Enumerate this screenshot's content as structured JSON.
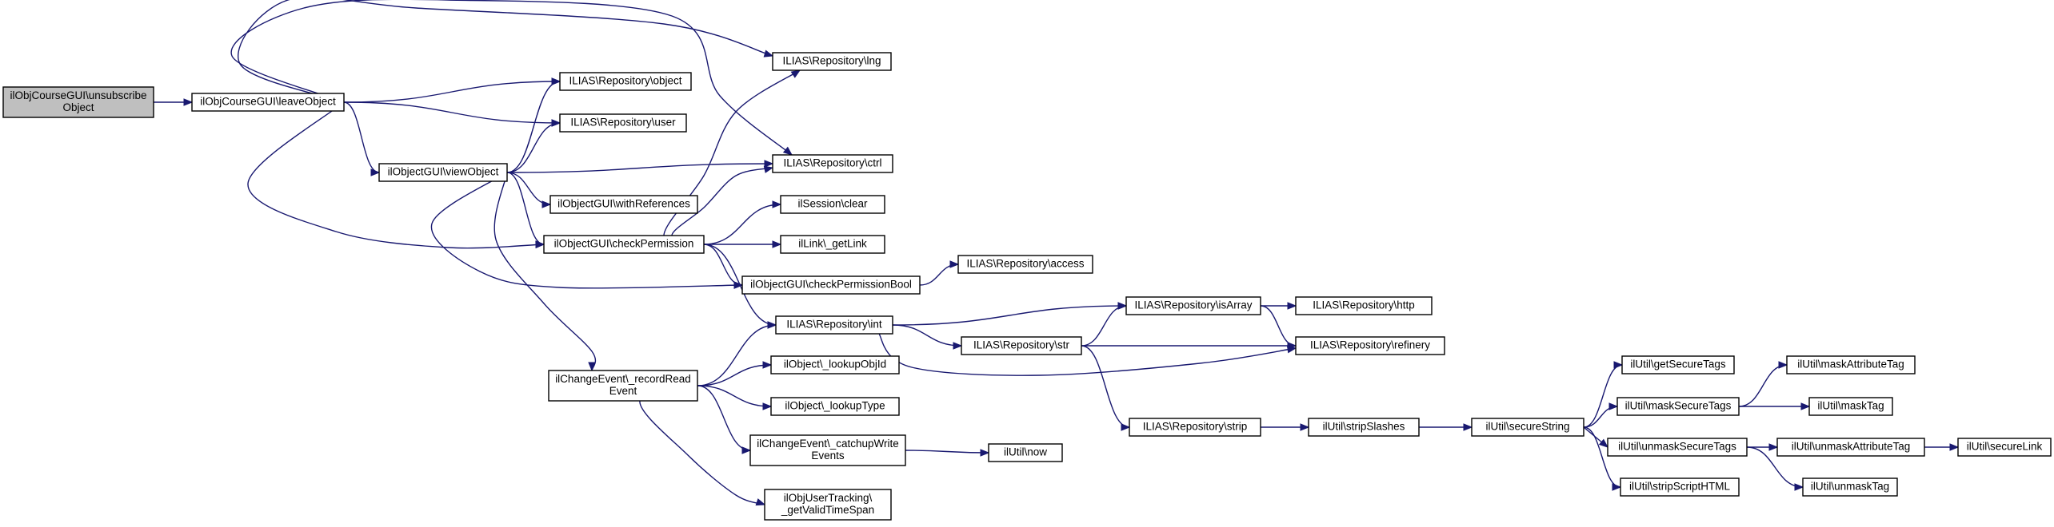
{
  "graph": {
    "nodes": [
      {
        "id": "unsub",
        "label": "ilObjCourseGUI\\unsubscribe\nObject",
        "root": true
      },
      {
        "id": "leave",
        "label": "ilObjCourseGUI\\leaveObject"
      },
      {
        "id": "lng",
        "label": "ILIAS\\Repository\\lng"
      },
      {
        "id": "object",
        "label": "ILIAS\\Repository\\object"
      },
      {
        "id": "user",
        "label": "ILIAS\\Repository\\user"
      },
      {
        "id": "view",
        "label": "ilObjectGUI\\viewObject"
      },
      {
        "id": "ctrl",
        "label": "ILIAS\\Repository\\ctrl"
      },
      {
        "id": "withref",
        "label": "ilObjectGUI\\withReferences"
      },
      {
        "id": "sessclear",
        "label": "ilSession\\clear"
      },
      {
        "id": "checkperm",
        "label": "ilObjectGUI\\checkPermission"
      },
      {
        "id": "getlink",
        "label": "ilLink\\_getLink"
      },
      {
        "id": "checkpermbool",
        "label": "ilObjectGUI\\checkPermissionBool"
      },
      {
        "id": "access",
        "label": "ILIAS\\Repository\\access"
      },
      {
        "id": "int",
        "label": "ILIAS\\Repository\\int"
      },
      {
        "id": "isarray",
        "label": "ILIAS\\Repository\\isArray"
      },
      {
        "id": "http",
        "label": "ILIAS\\Repository\\http"
      },
      {
        "id": "str",
        "label": "ILIAS\\Repository\\str"
      },
      {
        "id": "refinery",
        "label": "ILIAS\\Repository\\refinery"
      },
      {
        "id": "record",
        "label": "ilChangeEvent\\_recordRead\nEvent"
      },
      {
        "id": "lookupobj",
        "label": "ilObject\\_lookupObjId"
      },
      {
        "id": "lookuptype",
        "label": "ilObject\\_lookupType"
      },
      {
        "id": "catchup",
        "label": "ilChangeEvent\\_catchupWrite\nEvents"
      },
      {
        "id": "now",
        "label": "ilUtil\\now"
      },
      {
        "id": "tracking",
        "label": "ilObjUserTracking\\\n_getValidTimeSpan"
      },
      {
        "id": "strip",
        "label": "ILIAS\\Repository\\strip"
      },
      {
        "id": "stripslashes",
        "label": "ilUtil\\stripSlashes"
      },
      {
        "id": "securestring",
        "label": "ilUtil\\secureString"
      },
      {
        "id": "getsecuretags",
        "label": "ilUtil\\getSecureTags"
      },
      {
        "id": "masksecuretags",
        "label": "ilUtil\\maskSecureTags"
      },
      {
        "id": "unmasksecuretags",
        "label": "ilUtil\\unmaskSecureTags"
      },
      {
        "id": "stripscript",
        "label": "ilUtil\\stripScriptHTML"
      },
      {
        "id": "maskattr",
        "label": "ilUtil\\maskAttributeTag"
      },
      {
        "id": "masktag",
        "label": "ilUtil\\maskTag"
      },
      {
        "id": "unmaskattr",
        "label": "ilUtil\\unmaskAttributeTag"
      },
      {
        "id": "unmasktag",
        "label": "ilUtil\\unmaskTag"
      },
      {
        "id": "securelink",
        "label": "ilUtil\\secureLink"
      }
    ],
    "edges": [
      [
        "unsub",
        "leave"
      ],
      [
        "leave",
        "lng"
      ],
      [
        "leave",
        "ctrl"
      ],
      [
        "leave",
        "object"
      ],
      [
        "leave",
        "user"
      ],
      [
        "leave",
        "view"
      ],
      [
        "leave",
        "checkperm"
      ],
      [
        "view",
        "object"
      ],
      [
        "view",
        "user"
      ],
      [
        "view",
        "ctrl"
      ],
      [
        "view",
        "withref"
      ],
      [
        "view",
        "checkperm"
      ],
      [
        "view",
        "checkpermbool"
      ],
      [
        "view",
        "record"
      ],
      [
        "checkperm",
        "lng"
      ],
      [
        "checkperm",
        "ctrl"
      ],
      [
        "checkperm",
        "sessclear"
      ],
      [
        "checkperm",
        "getlink"
      ],
      [
        "checkperm",
        "checkpermbool"
      ],
      [
        "checkperm",
        "int"
      ],
      [
        "checkpermbool",
        "access"
      ],
      [
        "int",
        "isarray"
      ],
      [
        "int",
        "str"
      ],
      [
        "int",
        "refinery"
      ],
      [
        "isarray",
        "http"
      ],
      [
        "isarray",
        "refinery"
      ],
      [
        "str",
        "isarray"
      ],
      [
        "str",
        "refinery"
      ],
      [
        "str",
        "strip"
      ],
      [
        "record",
        "int"
      ],
      [
        "record",
        "lookupobj"
      ],
      [
        "record",
        "lookuptype"
      ],
      [
        "record",
        "catchup"
      ],
      [
        "record",
        "tracking"
      ],
      [
        "catchup",
        "now"
      ],
      [
        "strip",
        "stripslashes"
      ],
      [
        "stripslashes",
        "securestring"
      ],
      [
        "securestring",
        "getsecuretags"
      ],
      [
        "securestring",
        "masksecuretags"
      ],
      [
        "securestring",
        "unmasksecuretags"
      ],
      [
        "securestring",
        "stripscript"
      ],
      [
        "masksecuretags",
        "maskattr"
      ],
      [
        "masksecuretags",
        "masktag"
      ],
      [
        "unmasksecuretags",
        "unmaskattr"
      ],
      [
        "unmasksecuretags",
        "unmasktag"
      ],
      [
        "unmaskattr",
        "securelink"
      ]
    ],
    "colors": {
      "edge": "#191970",
      "node_border": "#000000",
      "root_fill": "#bfbfbf",
      "node_fill": "#ffffff"
    }
  }
}
